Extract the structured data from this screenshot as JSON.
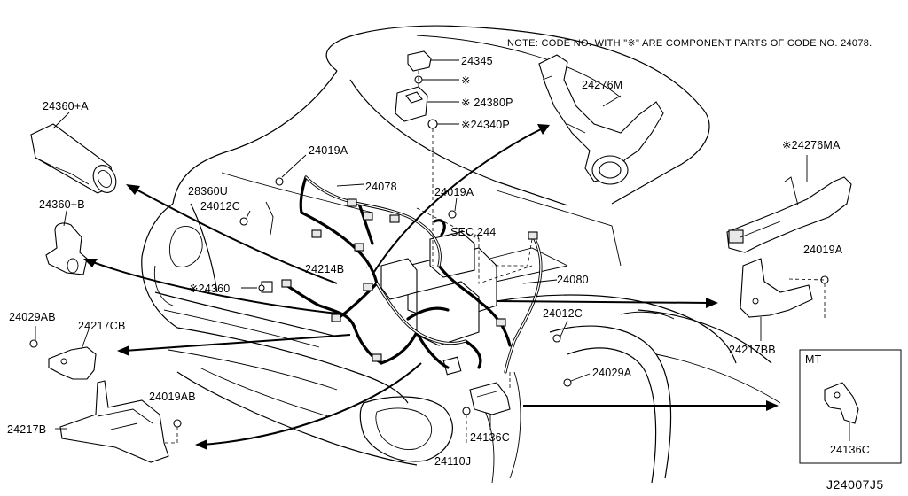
{
  "note": "NOTE: CODE NO. WITH \"※\" ARE COMPONENT PARTS OF CODE NO. 24078.",
  "diagram_code": "J24007J5",
  "inset_title": "MT",
  "labels": {
    "p24345": "24345",
    "asterisk": "※",
    "p24380P": "※ 24380P",
    "p24340P": "※24340P",
    "p24276M": "24276M",
    "p24360A": "24360+A",
    "p24019A_1": "24019A",
    "p28360U": "28360U",
    "p24012C_1": "24012C",
    "p24078": "24078",
    "p24019A_2": "24019A",
    "p24276MA": "※24276MA",
    "p24360B": "24360+B",
    "sec244": "SEC.244",
    "p24214B": "24214B",
    "p24019A_3": "24019A",
    "p24360": "※24360",
    "p24080": "24080",
    "p24029AB": "24029AB",
    "p24217CB": "24217CB",
    "p24012C_2": "24012C",
    "p24217BB": "24217BB",
    "p24029A": "24029A",
    "p24019AB": "24019AB",
    "p24217B": "24217B",
    "p24136C_1": "24136C",
    "p24110J": "24110J",
    "p24136C_2": "24136C"
  }
}
